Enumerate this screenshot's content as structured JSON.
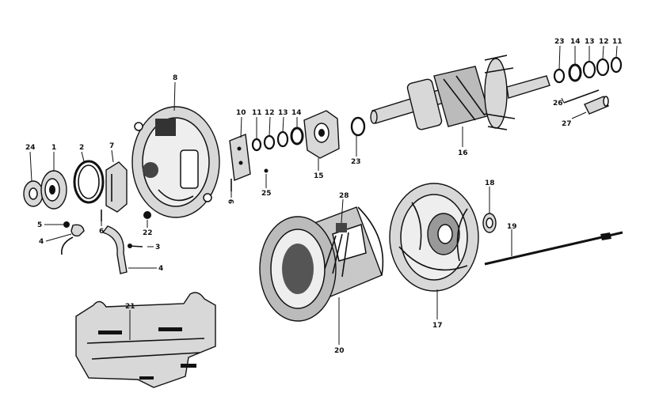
{
  "diagram": {
    "labels": {
      "l1": "1",
      "l2": "2",
      "l3": "3",
      "l4a": "4",
      "l4b": "4",
      "l5": "5",
      "l6": "6",
      "l7": "7",
      "l8": "8",
      "l9": "9",
      "l10": "10",
      "l11a": "11",
      "l12a": "12",
      "l13a": "13",
      "l14a": "14",
      "l15": "15",
      "l16": "16",
      "l17": "17",
      "l18": "18",
      "l19": "19",
      "l20": "20",
      "l21": "21",
      "l22": "22",
      "l23a": "23",
      "l23b": "23",
      "l14b": "14",
      "l13b": "13",
      "l12b": "12",
      "l11b": "11",
      "l24": "24",
      "l25": "25",
      "l26": "26",
      "l27": "27",
      "l28": "28"
    }
  }
}
